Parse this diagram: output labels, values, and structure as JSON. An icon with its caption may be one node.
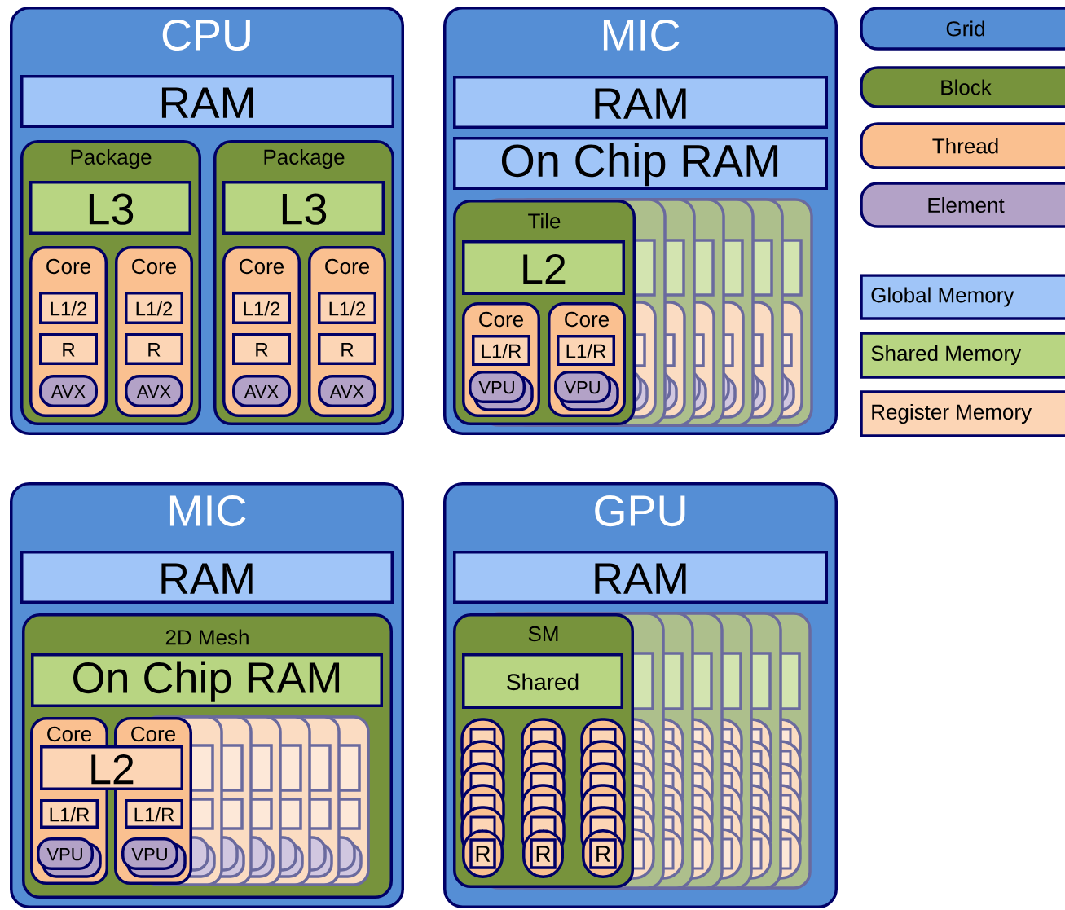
{
  "diagram": {
    "nodes": [
      {
        "text": [
          "CPU"
        ]
      },
      {
        "text": [
          "RAM"
        ],
        "in": 0
      },
      {
        "text": [
          "Package"
        ],
        "in": 0
      },
      {
        "text": [
          "L3"
        ],
        "in": 2
      },
      {
        "text": [
          "Core"
        ],
        "in": 2
      },
      {
        "text": [
          "L1/2"
        ],
        "in": 4
      },
      {
        "text": [
          "R"
        ],
        "in": 4
      },
      {
        "text": [
          "AVX"
        ],
        "in": 4
      },
      {
        "text": [
          "Core"
        ],
        "in": 2
      },
      {
        "text": [
          "L1/2"
        ],
        "in": 8
      },
      {
        "text": [
          "R"
        ],
        "in": 8
      },
      {
        "text": [
          "AVX"
        ],
        "in": 8
      },
      {
        "text": [
          "Package"
        ],
        "in": 0
      },
      {
        "text": [
          "L3"
        ],
        "in": 12
      },
      {
        "text": [
          "Core"
        ],
        "in": 12
      },
      {
        "text": [
          "L1/2"
        ],
        "in": 14
      },
      {
        "text": [
          "R"
        ],
        "in": 14
      },
      {
        "text": [
          "AVX"
        ],
        "in": 14
      },
      {
        "text": [
          "Core"
        ],
        "in": 12
      },
      {
        "text": [
          "L1/2"
        ],
        "in": 18
      },
      {
        "text": [
          "R"
        ],
        "in": 18
      },
      {
        "text": [
          "AVX"
        ],
        "in": 18
      },
      {
        "text": [
          "MIC"
        ]
      },
      {
        "text": [
          "RAM"
        ],
        "in": 22
      },
      {
        "text": [
          "On Chip RAM"
        ],
        "in": 22
      },
      {
        "text": [
          "Tile"
        ],
        "in": 22
      },
      {
        "text": [
          "L2"
        ],
        "in": 25
      },
      {
        "text": [
          "Core"
        ],
        "in": 25
      },
      {
        "text": [
          "L1/R"
        ],
        "in": 27
      },
      {
        "text": [
          "VPU"
        ],
        "in": 27
      },
      {
        "text": [
          "Core"
        ],
        "in": 25
      },
      {
        "text": [
          "L1/R"
        ],
        "in": 30
      },
      {
        "text": [
          "VPU"
        ],
        "in": 30
      },
      {
        "text": [
          "MIC"
        ]
      },
      {
        "text": [
          "RAM"
        ],
        "in": 33
      },
      {
        "text": [
          "2D Mesh"
        ],
        "in": 33
      },
      {
        "text": [
          "On Chip RAM"
        ],
        "in": 35
      },
      {
        "text": [
          "Core"
        ],
        "in": 35
      },
      {
        "text": [
          "Core"
        ],
        "in": 35
      },
      {
        "text": [
          "L2"
        ],
        "in": 35
      },
      {
        "text": [
          "L1/R"
        ],
        "in": 37
      },
      {
        "text": [
          "L1/R"
        ],
        "in": 38
      },
      {
        "text": [
          "VPU"
        ],
        "in": 37
      },
      {
        "text": [
          "VPU"
        ],
        "in": 38
      },
      {
        "text": [
          "GPU"
        ]
      },
      {
        "text": [
          "RAM"
        ],
        "in": 44
      },
      {
        "text": [
          "SM"
        ],
        "in": 44
      },
      {
        "text": [
          "Shared"
        ],
        "in": 46
      },
      {
        "text": [
          "R"
        ],
        "in": 46
      },
      {
        "text": [
          "R"
        ],
        "in": 46
      },
      {
        "text": [
          "R"
        ],
        "in": 46
      }
    ],
    "legend": [
      {
        "text": "Grid",
        "color": "#558ed5"
      },
      {
        "text": "Block",
        "color": "#77933c"
      },
      {
        "text": "Thread",
        "color": "#fac090"
      },
      {
        "text": "Element",
        "color": "#b3a2c7"
      },
      {
        "text": "Global Memory",
        "color": "#a0c5f8"
      },
      {
        "text": "Shared Memory",
        "color": "#b8d582"
      },
      {
        "text": "Register Memory",
        "color": "#fcd5b5"
      }
    ]
  }
}
